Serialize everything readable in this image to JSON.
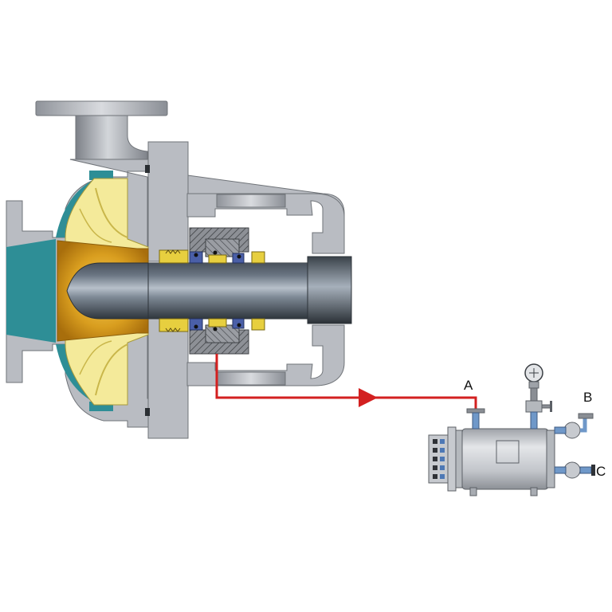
{
  "diagram": {
    "labels": {
      "a": "A",
      "b": "B",
      "c": "C"
    },
    "colors": {
      "background": "#ffffff",
      "casing": "#b9bcc2",
      "casing_edge": "#6f7378",
      "volute_teal": "#2e8e96",
      "impeller_yellow": "#f4ea9a",
      "hub_gold": "#d69a1c",
      "shaft_dark": "#3e464f",
      "shaft_light": "#aab4bf",
      "seal_hatch": "#6a6d72",
      "seal_yellow": "#e7cf3f",
      "seal_blue": "#4a5fa8",
      "pipe_red": "#d32020",
      "vessel": "#c7cacf",
      "vessel_edge": "#5c6066",
      "fitting_blue": "#6f98c9"
    },
    "parts": [
      "pump-casing",
      "impeller",
      "shaft",
      "mechanical-seal",
      "bearing-bracket",
      "flush-line",
      "seal-pot-vessel",
      "pressure-gauge",
      "fill-valve",
      "connection-a",
      "connection-b",
      "connection-c"
    ]
  }
}
